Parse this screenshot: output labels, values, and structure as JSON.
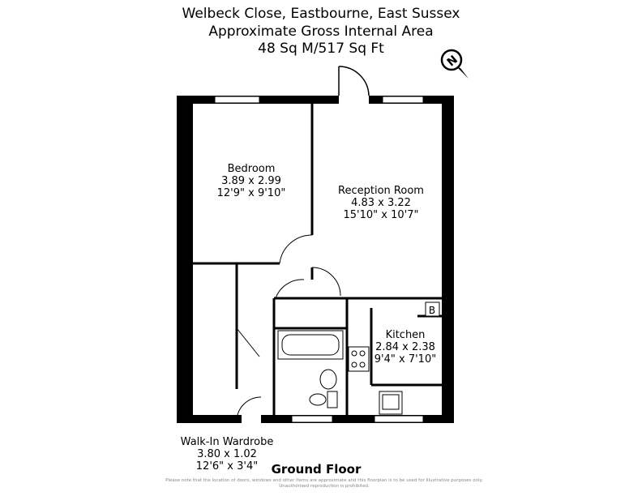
{
  "header": {
    "line1": "Welbeck Close, Eastbourne, East Sussex",
    "line2": "Approximate Gross Internal Area",
    "line3": "48 Sq M/517 Sq Ft"
  },
  "compass_letter": "N",
  "rooms": {
    "bedroom": {
      "name": "Bedroom",
      "metric": "3.89 x 2.99",
      "imperial": "12'9\" x 9'10\""
    },
    "reception": {
      "name": "Reception Room",
      "metric": "4.83 x 3.22",
      "imperial": "15'10\" x 10'7\""
    },
    "kitchen": {
      "name": "Kitchen",
      "metric": "2.84 x 2.38",
      "imperial": "9'4\" x 7'10\""
    },
    "wardrobe": {
      "name": "Walk-In Wardrobe",
      "metric": "3.80 x 1.02",
      "imperial": "12'6\" x 3'4\""
    }
  },
  "boiler_label": "B",
  "floor_label": "Ground Floor",
  "disclaimer": "Please note that the location of doors, windows and other items are approximate and this floorplan is to be used for illustrative purposes only. Unauthorised reproduction is prohibited."
}
